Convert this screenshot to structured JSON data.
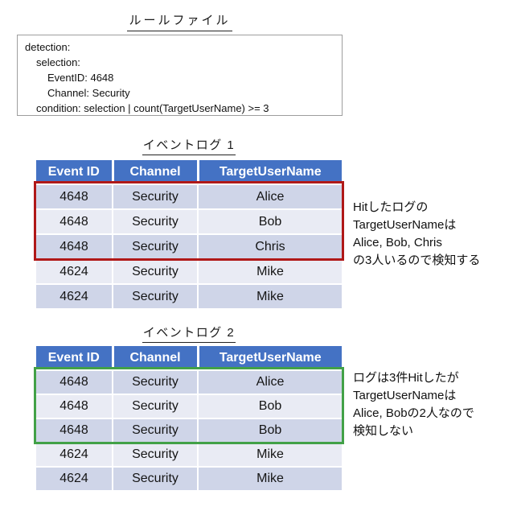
{
  "rule_file": {
    "title": "ルールファイル",
    "lines": [
      "detection:",
      "selection:",
      "EventID: 4648",
      "Channel: Security",
      "condition: selection | count(TargetUserName) >= 3"
    ]
  },
  "event_log_1": {
    "caption": "イベントログ 1",
    "columns": [
      "Event ID",
      "Channel",
      "TargetUserName"
    ],
    "rows": [
      [
        "4648",
        "Security",
        "Alice"
      ],
      [
        "4648",
        "Security",
        "Bob"
      ],
      [
        "4648",
        "Security",
        "Chris"
      ],
      [
        "4624",
        "Security",
        "Mike"
      ],
      [
        "4624",
        "Security",
        "Mike"
      ]
    ],
    "highlight": {
      "rows": "1-3",
      "color": "#B01818"
    },
    "annotation": {
      "lines": [
        "Hitしたログの",
        "TargetUserNameは",
        "Alice, Bob, Chris",
        "の3人いるので検知する"
      ]
    }
  },
  "event_log_2": {
    "caption": "イベントログ 2",
    "columns": [
      "Event ID",
      "Channel",
      "TargetUserName"
    ],
    "rows": [
      [
        "4648",
        "Security",
        "Alice"
      ],
      [
        "4648",
        "Security",
        "Bob"
      ],
      [
        "4648",
        "Security",
        "Bob"
      ],
      [
        "4624",
        "Security",
        "Mike"
      ],
      [
        "4624",
        "Security",
        "Mike"
      ]
    ],
    "highlight": {
      "rows": "1-3",
      "color": "#42A147"
    },
    "annotation": {
      "lines": [
        "ログは3件Hitしたが",
        "TargetUserNameは",
        "Alice, Bobの2人なので",
        "検知しない"
      ]
    }
  },
  "colors": {
    "table_header_bg": "#4472C4",
    "table_header_text": "#FFFFFF",
    "row_band_dark": "#CFD5E8",
    "row_band_light": "#E9EBF4",
    "highlight_red": "#B01818",
    "highlight_green": "#42A147",
    "rule_box_border": "#9E9E9E"
  }
}
